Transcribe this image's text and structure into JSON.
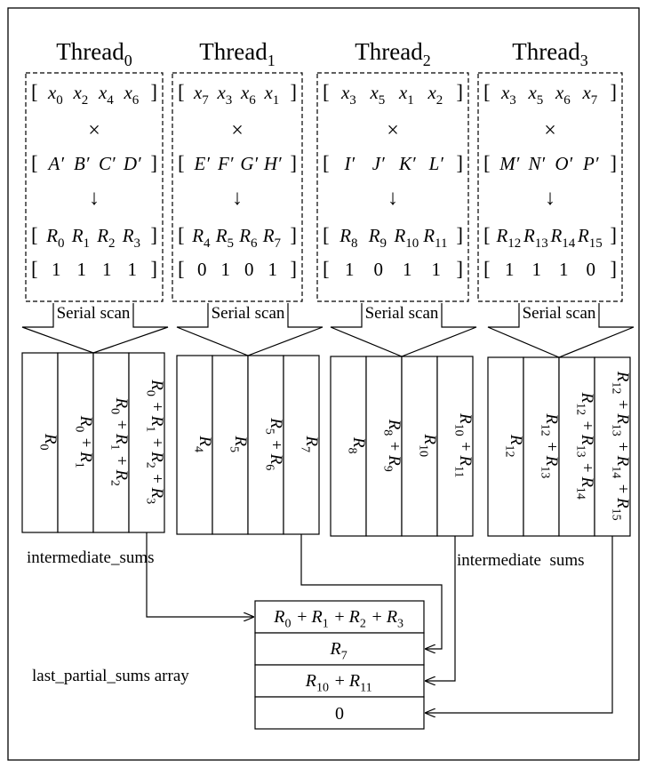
{
  "threads": [
    {
      "name": "Thread",
      "sub": "0",
      "x_vec": [
        "x0",
        "x2",
        "x4",
        "x6"
      ],
      "op1": "×",
      "coeffs": [
        "A′",
        "B′",
        "C′",
        "D′"
      ],
      "op2": "↓",
      "r_vec": [
        "R0",
        "R1",
        "R2",
        "R3"
      ],
      "flags": [
        "1",
        "1",
        "1",
        "1"
      ],
      "scan_label": "Serial scan",
      "sums": [
        "R0",
        "R0+R1",
        "R0+R1+R2",
        "R0+R1+R2+R3"
      ]
    },
    {
      "name": "Thread",
      "sub": "1",
      "x_vec": [
        "x7",
        "x3",
        "x6",
        "x1"
      ],
      "op1": "×",
      "coeffs": [
        "E′",
        "F′",
        "G′",
        "H′"
      ],
      "op2": "↓",
      "r_vec": [
        "R4",
        "R5",
        "R6",
        "R7"
      ],
      "flags": [
        "0",
        "1",
        "0",
        "1"
      ],
      "scan_label": "Serial scan",
      "sums": [
        "R4",
        "R5",
        "R5+R6",
        "R7"
      ]
    },
    {
      "name": "Thread",
      "sub": "2",
      "x_vec": [
        "x3",
        "x5",
        "x1",
        "x2"
      ],
      "op1": "×",
      "coeffs": [
        "I′",
        "J′",
        "K′",
        "L′"
      ],
      "op2": "↓",
      "r_vec": [
        "R8",
        "R9",
        "R10",
        "R11"
      ],
      "flags": [
        "1",
        "0",
        "1",
        "1"
      ],
      "scan_label": "Serial scan",
      "sums": [
        "R8",
        "R8+R9",
        "R10",
        "R10+R11"
      ]
    },
    {
      "name": "Thread",
      "sub": "3",
      "x_vec": [
        "x3",
        "x5",
        "x6",
        "x7"
      ],
      "op1": "×",
      "coeffs": [
        "M′",
        "N′",
        "O′",
        "P′"
      ],
      "op2": "↓",
      "r_vec": [
        "R12",
        "R13",
        "R14",
        "R15"
      ],
      "flags": [
        "1",
        "1",
        "1",
        "0"
      ],
      "scan_label": "Serial scan",
      "sums": [
        "R12",
        "R12+R13",
        "R12+R13+R14",
        "R12+R13+R14+R15"
      ]
    }
  ],
  "labels": {
    "intermediate_left": "intermediate_sums",
    "intermediate_right": "intermediate  sums",
    "last_partial": "last_partial_sums array"
  },
  "last_partial_sums": [
    "R0+R1+R2+R3",
    "R7",
    "R10+R11",
    "0"
  ]
}
